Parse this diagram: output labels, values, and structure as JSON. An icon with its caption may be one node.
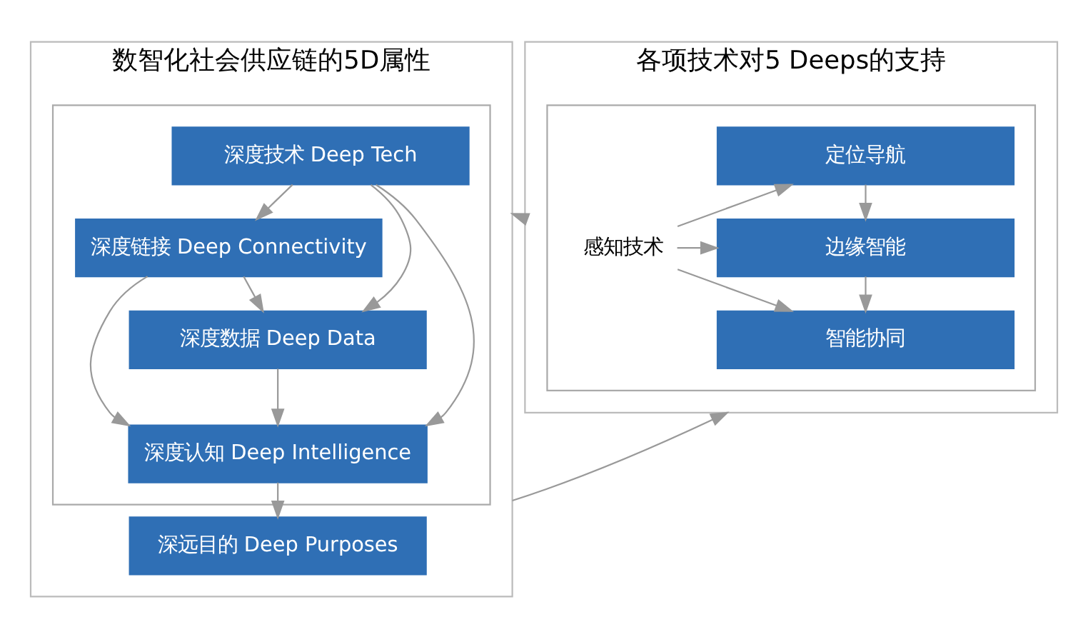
{
  "diagram": {
    "nodes": [
      {
        "text": [
          "各项技术对5 Deeps的支持"
        ]
      },
      {
        "text": [],
        "shape": "box",
        "in": 0
      },
      {
        "text": [
          "感知技术"
        ],
        "in": 1
      },
      {
        "text": [
          "定位导航"
        ],
        "in": 1
      },
      {
        "text": [
          "边缘智能"
        ],
        "in": 1
      },
      {
        "text": [
          "智能协同"
        ],
        "in": 1
      },
      {
        "text": [
          "数智化社会供应链的5D属性"
        ]
      },
      {
        "text": [],
        "shape": "box",
        "in": 6
      },
      {
        "text": [
          "深度技术 Deep Tech"
        ],
        "in": 7
      },
      {
        "text": [
          "深度链接 Deep Connectivity"
        ],
        "in": 7
      },
      {
        "text": [
          "深度数据 Deep Data"
        ],
        "in": 7
      },
      {
        "text": [
          "深度认知 Deep Intelligence"
        ],
        "in": 7
      },
      {
        "text": [
          "深远目的 Deep Purposes"
        ],
        "in": 6
      }
    ],
    "edges": [
      {
        "from": 0,
        "to": 6,
        "arrow": "to"
      },
      {
        "from": 6,
        "to": 0,
        "arrow": "to"
      },
      {
        "from": 2,
        "to": 3,
        "arrow": "to"
      },
      {
        "from": 2,
        "to": 4,
        "arrow": "to"
      },
      {
        "from": 2,
        "to": 5,
        "arrow": "to"
      },
      {
        "from": 3,
        "to": 4,
        "arrow": "to"
      },
      {
        "from": 4,
        "to": 5,
        "arrow": "to"
      },
      {
        "from": 8,
        "to": 9,
        "arrow": "to"
      },
      {
        "from": 9,
        "to": 10,
        "arrow": "to"
      },
      {
        "from": 10,
        "to": 11,
        "arrow": "to"
      },
      {
        "from": 11,
        "to": 12,
        "arrow": "to"
      },
      {
        "from": 8,
        "to": 10,
        "arrow": "to"
      },
      {
        "from": 8,
        "to": 11,
        "arrow": "to"
      },
      {
        "from": 9,
        "to": 11,
        "arrow": "to"
      }
    ]
  }
}
